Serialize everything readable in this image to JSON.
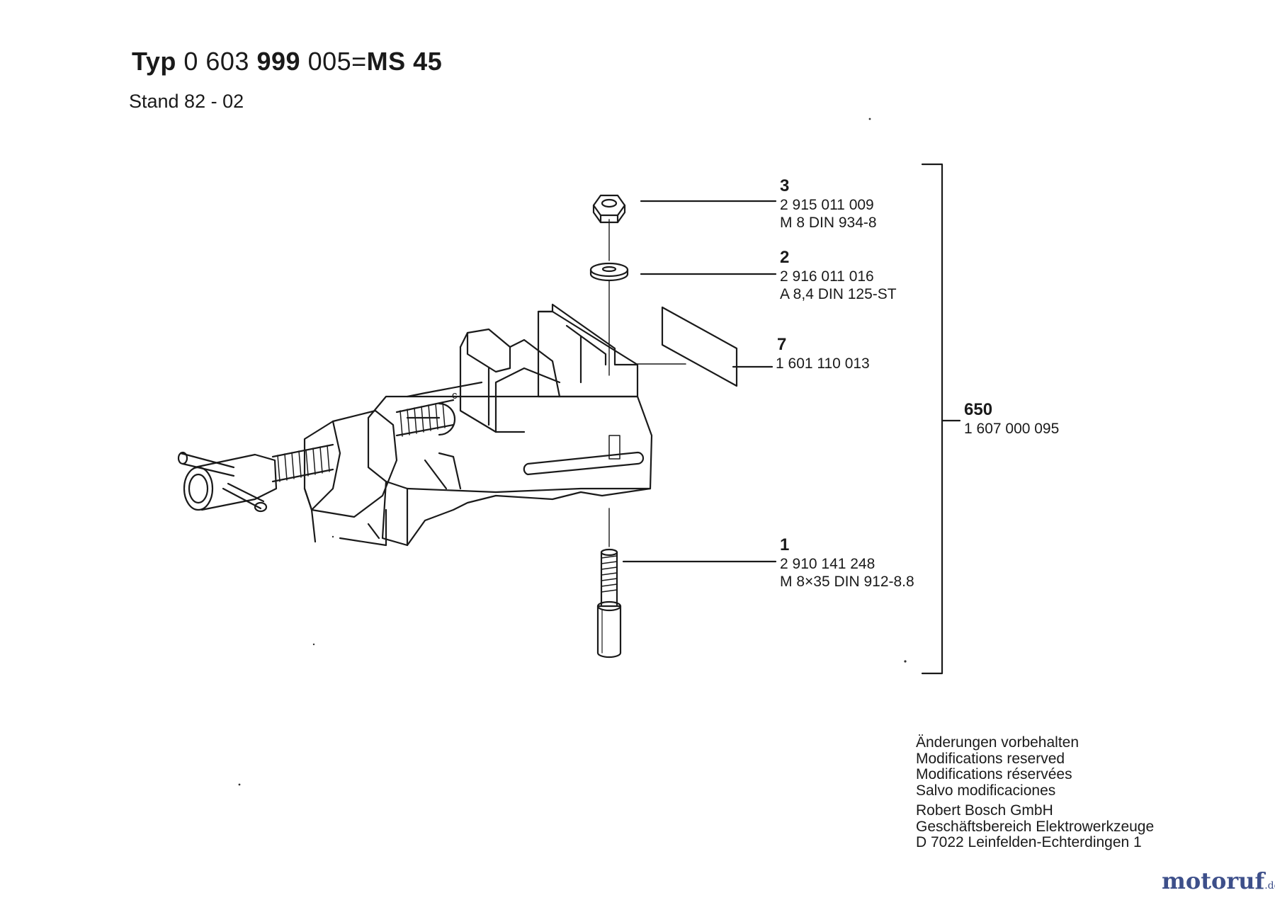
{
  "header": {
    "typ_label": "Typ",
    "typ_code_a": "0 603",
    "typ_code_b": "999",
    "typ_code_c": "005",
    "equals": "=",
    "model": "MS 45",
    "stand": "Stand  82 - 02"
  },
  "parts": [
    {
      "num": "3",
      "line1": "2 915 011 009",
      "line2": "M 8  DIN 934-8"
    },
    {
      "num": "2",
      "line1": "2 916 011 016",
      "line2": "A 8,4  DIN 125-ST"
    },
    {
      "num": "7",
      "line1": "1 601 110 013",
      "line2": ""
    },
    {
      "num": "1",
      "line1": "2 910 141 248",
      "line2": "M 8×35  DIN 912-8.8"
    }
  ],
  "assembly": {
    "num": "650",
    "code": "1 607 000 095"
  },
  "footer": {
    "l1": "Änderungen vorbehalten",
    "l2": "Modifications reserved",
    "l3": "Modifications réservées",
    "l4": "Salvo modificaciones",
    "l5": "Robert Bosch GmbH",
    "l6": "Geschäftsbereich Elektrowerkzeuge",
    "l7": "D 7022 Leinfelden-Echterdingen 1"
  },
  "brand": {
    "name": "motoruf",
    "tld": ".de"
  }
}
